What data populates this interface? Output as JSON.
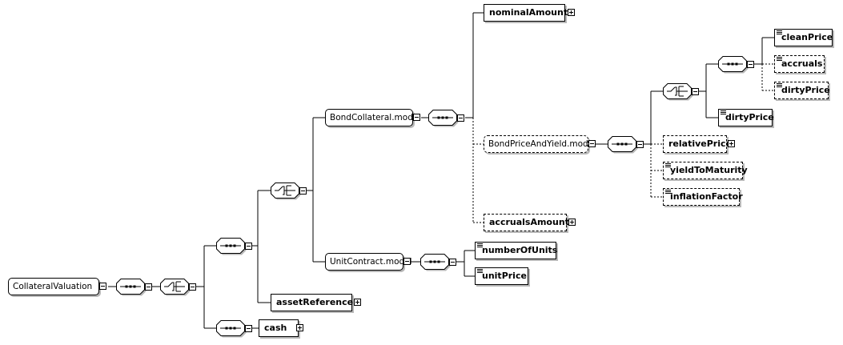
{
  "diagram": {
    "root": "CollateralValuation",
    "asset_reference": "assetReference",
    "cash": "cash",
    "bond_collateral_model": "BondCollateral.model",
    "unit_contract_model": "UnitContract.model",
    "nominal_amount": "nominalAmount",
    "bond_price_and_yield_model": "BondPriceAndYield.model",
    "accruals_amount": "accrualsAmount",
    "number_of_units": "numberOfUnits",
    "unit_price": "unitPrice",
    "relative_price": "relativePrice",
    "yield_to_maturity": "yieldToMaturity",
    "inflation_factor": "inflationFactor",
    "dirty_price_inner": "dirtyPrice",
    "clean_price": "cleanPrice",
    "accruals": "accruals",
    "dirty_price_optional": "dirtyPrice"
  },
  "icons": {
    "sequence": "sequence-compositor-icon",
    "choice": "choice-compositor-icon",
    "expand": "plus-toggle-icon",
    "collapse": "minus-toggle-icon",
    "simple_type": "simple-content-icon"
  }
}
